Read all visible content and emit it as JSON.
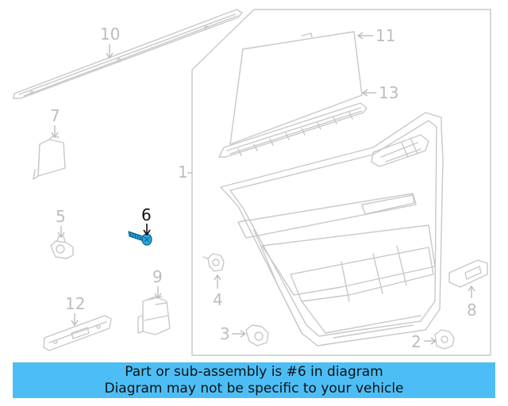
{
  "diagram": {
    "callouts": {
      "c1": "1",
      "c2": "2",
      "c3": "3",
      "c4": "4",
      "c5": "5",
      "c6": "6",
      "c7": "7",
      "c8": "8",
      "c9": "9",
      "c10": "10",
      "c11": "11",
      "c12": "12",
      "c13": "13"
    },
    "highlight_color": "#2aa7e0",
    "line_color": "#c8c8c8"
  },
  "banner": {
    "line1": "Part or sub-assembly is #6 in diagram",
    "line2": "Diagram may not be specific to your vehicle",
    "background": "#4dbef5"
  }
}
